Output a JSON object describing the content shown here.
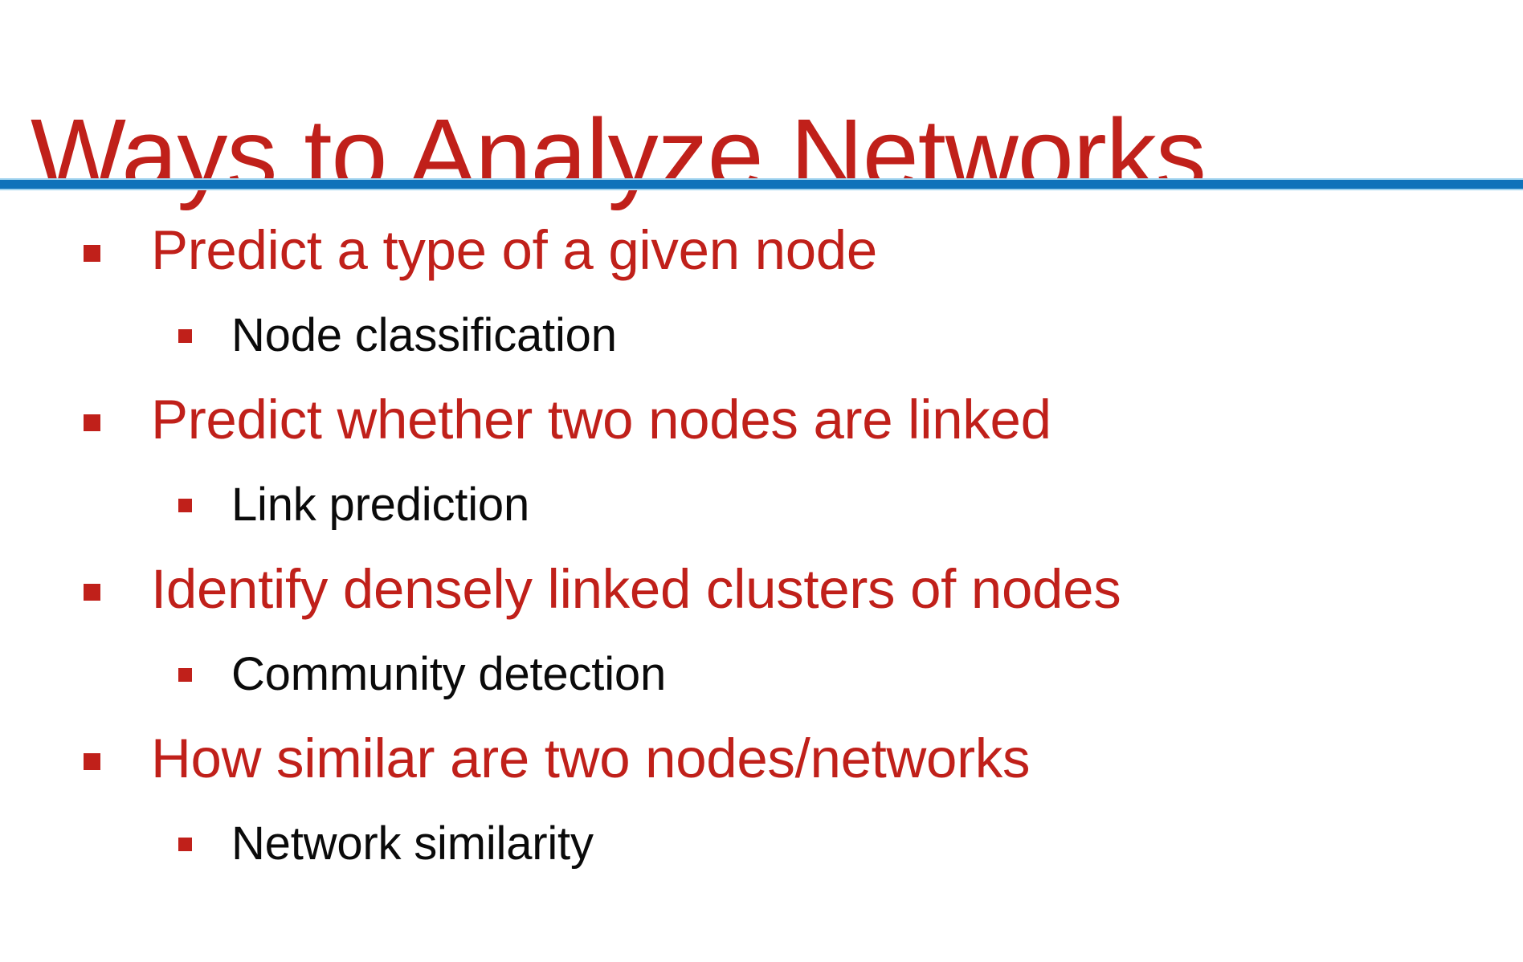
{
  "slide": {
    "title": "Ways to Analyze Networks",
    "divider": {
      "icon": "horizontal-rule",
      "color": "#0F72BA",
      "glow_color": "#9FD2EE"
    },
    "theme": {
      "accent_red": "#C0201A",
      "accent_blue": "#0F72BA",
      "body_text": "#0A0A0A",
      "background": "#FFFFFF"
    },
    "bullets": [
      {
        "level": 1,
        "marker": "square-bullet",
        "text": "Predict a type of a given node",
        "color": "#C0201A"
      },
      {
        "level": 2,
        "marker": "square-bullet",
        "text": "Node classification",
        "color": "#0A0A0A"
      },
      {
        "level": 1,
        "marker": "square-bullet",
        "text": "Predict whether two nodes are linked",
        "color": "#C0201A"
      },
      {
        "level": 2,
        "marker": "square-bullet",
        "text": "Link prediction",
        "color": "#0A0A0A"
      },
      {
        "level": 1,
        "marker": "square-bullet",
        "text": "Identify densely linked clusters of nodes",
        "color": "#C0201A"
      },
      {
        "level": 2,
        "marker": "square-bullet",
        "text": "Community detection",
        "color": "#0A0A0A"
      },
      {
        "level": 1,
        "marker": "square-bullet",
        "text": "How similar are two nodes/networks",
        "color": "#C0201A"
      },
      {
        "level": 2,
        "marker": "square-bullet",
        "text": "Network similarity",
        "color": "#0A0A0A"
      }
    ]
  }
}
